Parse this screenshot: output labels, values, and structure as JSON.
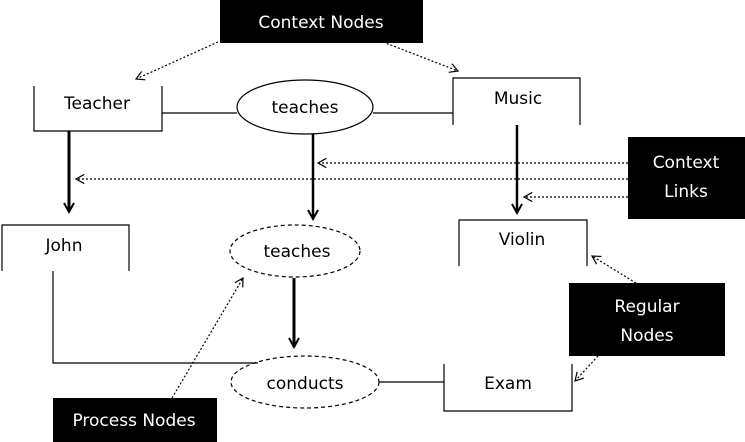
{
  "callouts": {
    "context_nodes": "Context Nodes",
    "context_links_line1": "Context",
    "context_links_line2": "Links",
    "regular_nodes_line1": "Regular",
    "regular_nodes_line2": "Nodes",
    "process_nodes": "Process Nodes"
  },
  "nodes": {
    "teacher": "Teacher",
    "music": "Music",
    "john": "John",
    "violin": "Violin",
    "exam": "Exam",
    "teaches_context": "teaches",
    "teaches_process": "teaches",
    "conducts": "conducts"
  },
  "colors": {
    "callout_bg": "#000000",
    "callout_text": "#ffffff",
    "line": "#000000"
  }
}
